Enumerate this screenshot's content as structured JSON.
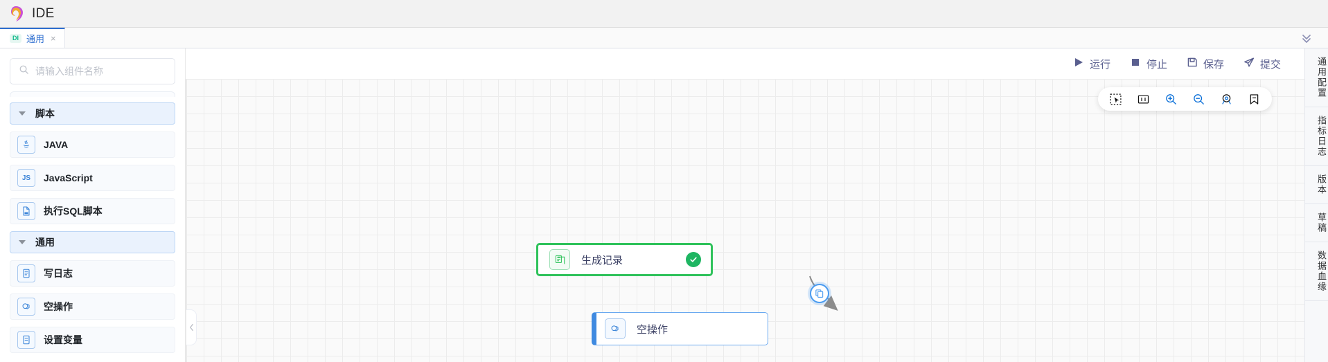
{
  "titlebar": {
    "app_title": "IDE",
    "logo_icon": "swirl-logo-icon"
  },
  "tabstrip": {
    "tabs": [
      {
        "badge": "DI",
        "label": "通用",
        "close": "×"
      }
    ],
    "collapse_icon": "double-chevron-down-icon"
  },
  "left_panel": {
    "search": {
      "placeholder": "请输入组件名称",
      "value": "",
      "icon": "search-icon"
    },
    "groups": [
      {
        "title": "脚本",
        "caret_icon": "caret-down-icon",
        "items": [
          {
            "label": "JAVA",
            "icon": "java-icon",
            "glyph": "☕"
          },
          {
            "label": "JavaScript",
            "icon": "javascript-icon",
            "glyph": "JS"
          },
          {
            "label": "执行SQL脚本",
            "icon": "sql-file-icon",
            "glyph": "SQL"
          }
        ]
      },
      {
        "title": "通用",
        "caret_icon": "caret-down-icon",
        "items": [
          {
            "label": "写日志",
            "icon": "log-document-icon",
            "glyph": "☰"
          },
          {
            "label": "空操作",
            "icon": "empty-operation-icon",
            "glyph": "⬡"
          },
          {
            "label": "设置变量",
            "icon": "set-variable-icon",
            "glyph": "☰"
          }
        ]
      }
    ],
    "collapse_handle_icon": "chevron-left-icon"
  },
  "actionbar": {
    "actions": [
      {
        "label": "运行",
        "icon": "play-icon"
      },
      {
        "label": "停止",
        "icon": "stop-icon"
      },
      {
        "label": "保存",
        "icon": "save-icon"
      },
      {
        "label": "提交",
        "icon": "send-icon"
      }
    ]
  },
  "canvas": {
    "toolbar": [
      {
        "icon": "marquee-select-icon"
      },
      {
        "icon": "fit-view-icon"
      },
      {
        "icon": "zoom-in-icon"
      },
      {
        "icon": "zoom-out-icon"
      },
      {
        "icon": "locate-icon"
      },
      {
        "icon": "bookmark-icon"
      }
    ],
    "nodes": [
      {
        "label": "生成记录",
        "icon": "records-document-icon",
        "status": "success",
        "status_icon": "check-circle-icon",
        "accent": "#2fc25b"
      },
      {
        "label": "空操作",
        "icon": "empty-operation-icon",
        "status": "none",
        "accent": "#3f8ae0"
      }
    ],
    "edge": {
      "badge_icon": "copy-icon",
      "arrow_icon": "arrow-head-icon"
    }
  },
  "right_rail": {
    "tabs": [
      {
        "label": "通用配置"
      },
      {
        "label": "指标日志"
      },
      {
        "label": "版本"
      },
      {
        "label": "草稿"
      },
      {
        "label": "数据血缘"
      }
    ]
  }
}
